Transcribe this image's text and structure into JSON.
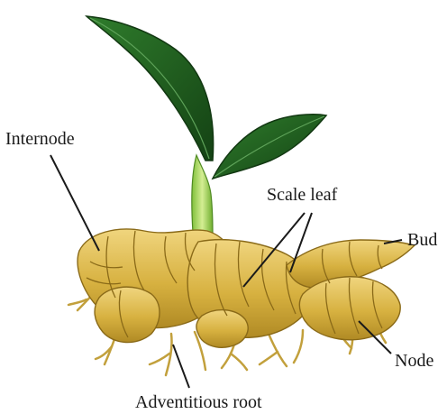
{
  "labels": {
    "internode": "Internode",
    "scale_leaf": "Scale leaf",
    "bud": "Bud",
    "node": "Node",
    "adventitious_root": "Adventitious root"
  },
  "colors": {
    "rhizome_fill": "#D9B443",
    "rhizome_dark": "#9C7A1E",
    "rhizome_light": "#EFD27A",
    "leaf_dark": "#1F5A1F",
    "leaf_light": "#3E8E3A",
    "stem_green": "#8CC63F",
    "stem_light": "#CDE88A",
    "root": "#C9A63E",
    "line": "#1a1a1a"
  }
}
